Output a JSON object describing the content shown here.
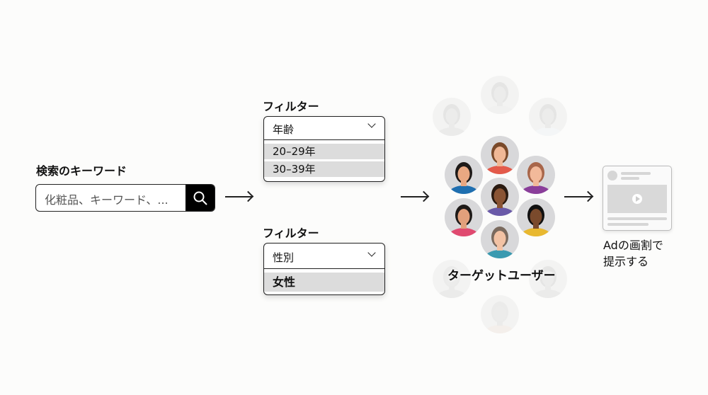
{
  "search": {
    "label": "検索のキーワード",
    "placeholder": "化粧品、キーワード、..."
  },
  "filter_age": {
    "label": "フィルター",
    "selected": "年齢",
    "options": [
      "20–29年",
      "30–39年"
    ]
  },
  "filter_gender": {
    "label": "フィルター",
    "selected": "性別",
    "options": [
      "女性"
    ]
  },
  "audience": {
    "label": "ターゲットユーザー",
    "faded": [
      {
        "hair": "#bbb",
        "shirt": "#ddd"
      },
      {
        "hair": "#bbb",
        "shirt": "#ccc"
      },
      {
        "hair": "#bbb",
        "shirt": "#e6ecf2"
      },
      {
        "hair": "#ccc",
        "shirt": "#ccc"
      },
      {
        "hair": "#bbb",
        "shirt": "#ccc"
      },
      {
        "hair": "#ccc",
        "shirt": "#e8d8d0"
      }
    ],
    "active": [
      {
        "hair": "#7a4a2a",
        "skin": "#f0b896",
        "shirt": "#e35a4a"
      },
      {
        "hair": "#1e1a18",
        "skin": "#e9a882",
        "shirt": "#1f6fb0"
      },
      {
        "hair": "#a8664a",
        "skin": "#f2b99a",
        "shirt": "#8a3e9a"
      },
      {
        "hair": "#2a1a10",
        "skin": "#8a5434",
        "shirt": "#6a5aa8"
      },
      {
        "hair": "#1e1a18",
        "skin": "#e2a07c",
        "shirt": "#e04a70"
      },
      {
        "hair": "#111",
        "skin": "#7a4a2c",
        "shirt": "#e8b830"
      },
      {
        "hair": "#7a6a5e",
        "skin": "#f2c2a4",
        "shirt": "#3a9ab0"
      }
    ]
  },
  "ad": {
    "caption_line1": "Adの画割で",
    "caption_line2": "提示する"
  }
}
